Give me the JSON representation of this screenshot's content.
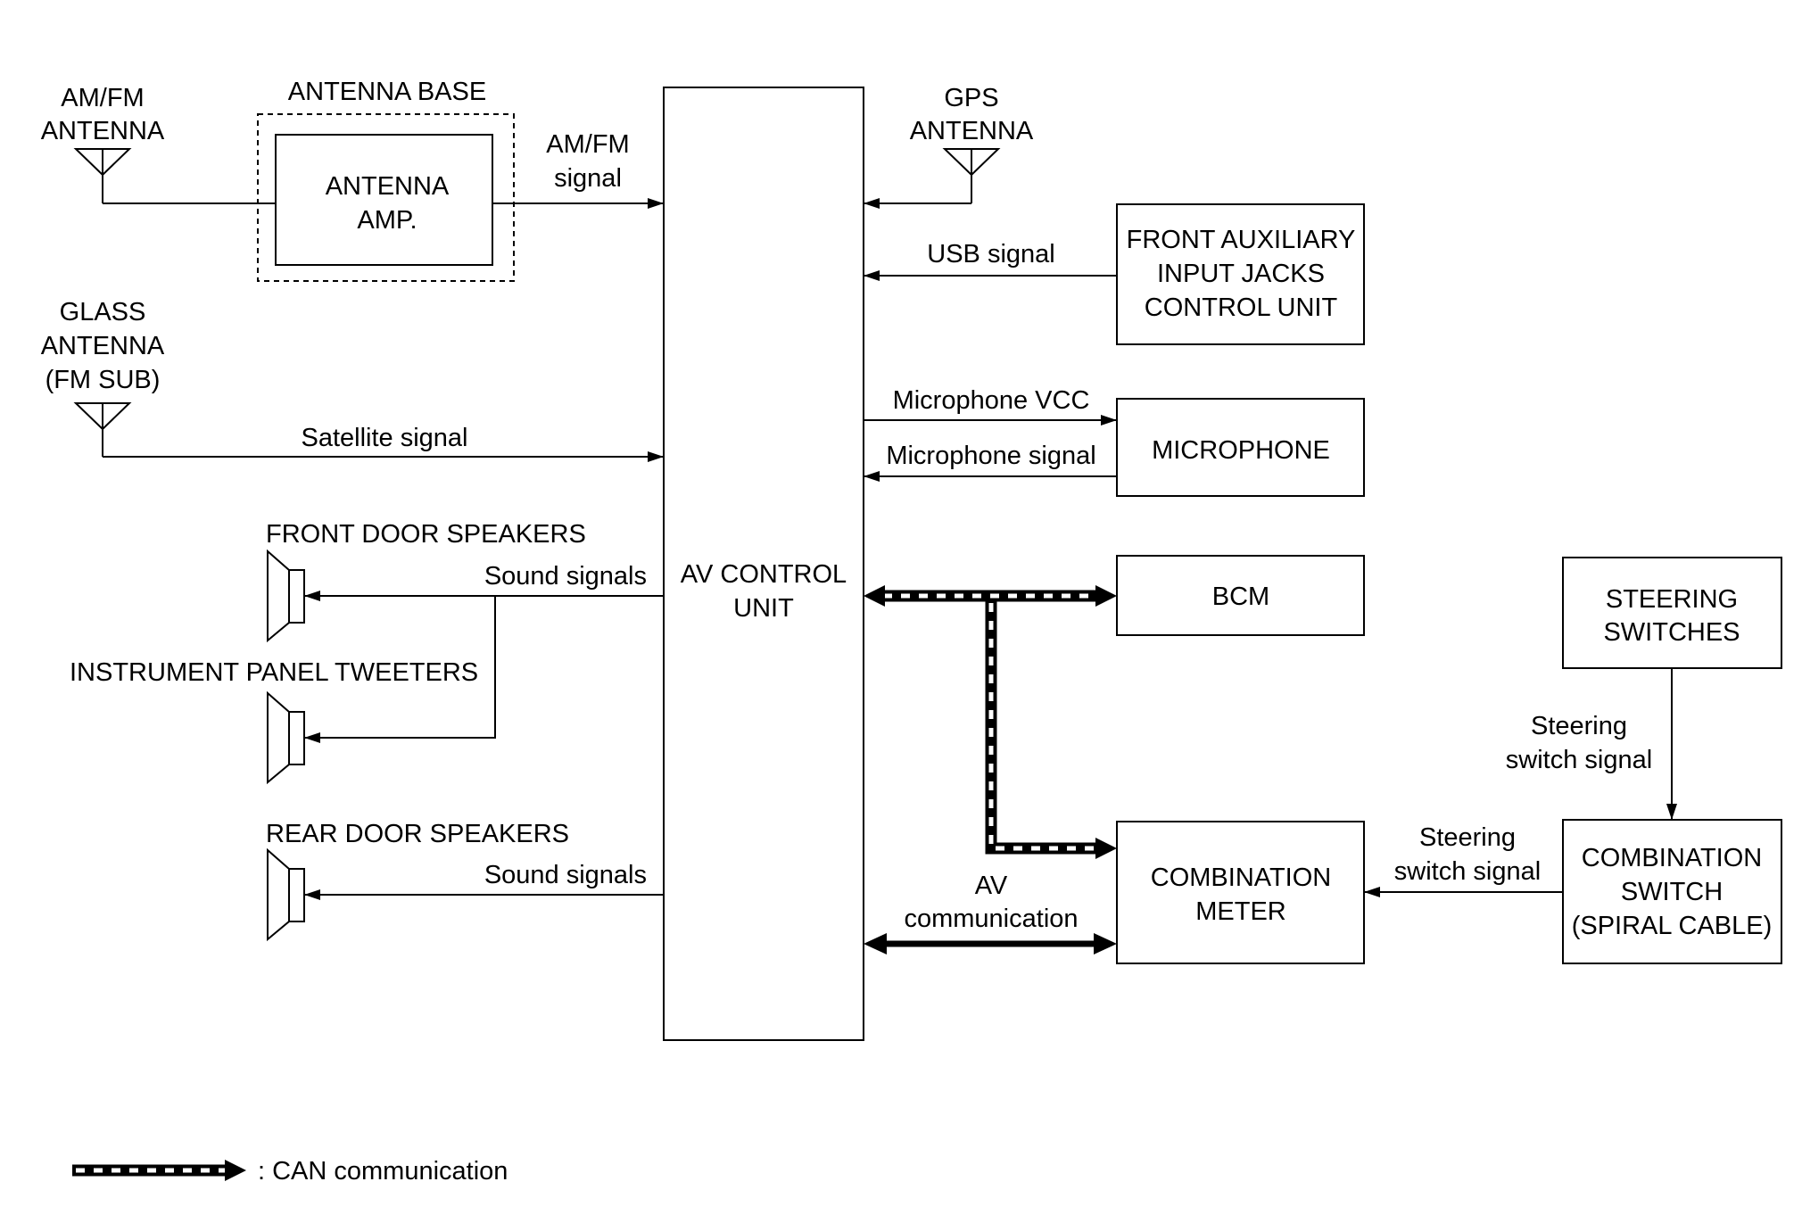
{
  "nodes": {
    "am_fm_antenna": [
      "AM/FM",
      "ANTENNA"
    ],
    "antenna_base": "ANTENNA BASE",
    "antenna_amp": [
      "ANTENNA",
      "AMP."
    ],
    "av_control_unit": [
      "AV CONTROL",
      "UNIT"
    ],
    "gps_antenna": [
      "GPS",
      "ANTENNA"
    ],
    "front_auxiliary": [
      "FRONT AUXILIARY",
      "INPUT JACKS",
      "CONTROL UNIT"
    ],
    "microphone": "MICROPHONE",
    "bcm": "BCM",
    "combination_meter": [
      "COMBINATION",
      "METER"
    ],
    "steering_switches": [
      "STEERING",
      "SWITCHES"
    ],
    "combination_switch": [
      "COMBINATION",
      "SWITCH",
      "(SPIRAL CABLE)"
    ],
    "glass_antenna": [
      "GLASS",
      "ANTENNA",
      "(FM SUB)"
    ],
    "front_door_speakers": "FRONT DOOR SPEAKERS",
    "instrument_panel_tweeters": "INSTRUMENT PANEL TWEETERS",
    "rear_door_speakers": "REAR DOOR SPEAKERS"
  },
  "signals": {
    "am_fm_signal": [
      "AM/FM",
      "signal"
    ],
    "usb_signal": "USB signal",
    "microphone_vcc": "Microphone VCC",
    "microphone_signal": "Microphone signal",
    "av_communication": [
      "AV",
      "communication"
    ],
    "steering_switch_signal_to_combination_switch": [
      "Steering",
      "switch signal"
    ],
    "steering_switch_signal_to_meter": [
      "Steering",
      "switch signal"
    ],
    "satellite_signal": "Satellite signal",
    "front_sound_signals": "Sound signals",
    "rear_sound_signals": "Sound signals"
  },
  "legend": {
    "can_communication": ": CAN communication"
  },
  "colors": {
    "line": "#000000",
    "background": "#ffffff"
  }
}
